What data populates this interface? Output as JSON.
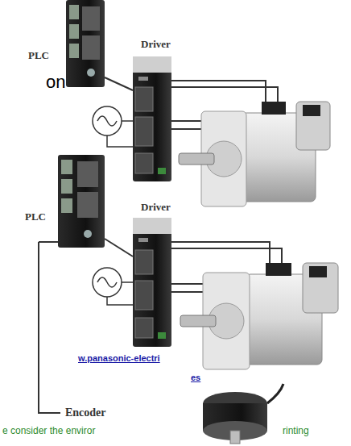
{
  "diagram": {
    "labels": [
      "on",
      "PLC",
      "Driver",
      "PLC",
      "Driver",
      "w.panasonic-electri",
      "es",
      "Encoder",
      "e consider the enviror",
      "rinting"
    ]
  }
}
